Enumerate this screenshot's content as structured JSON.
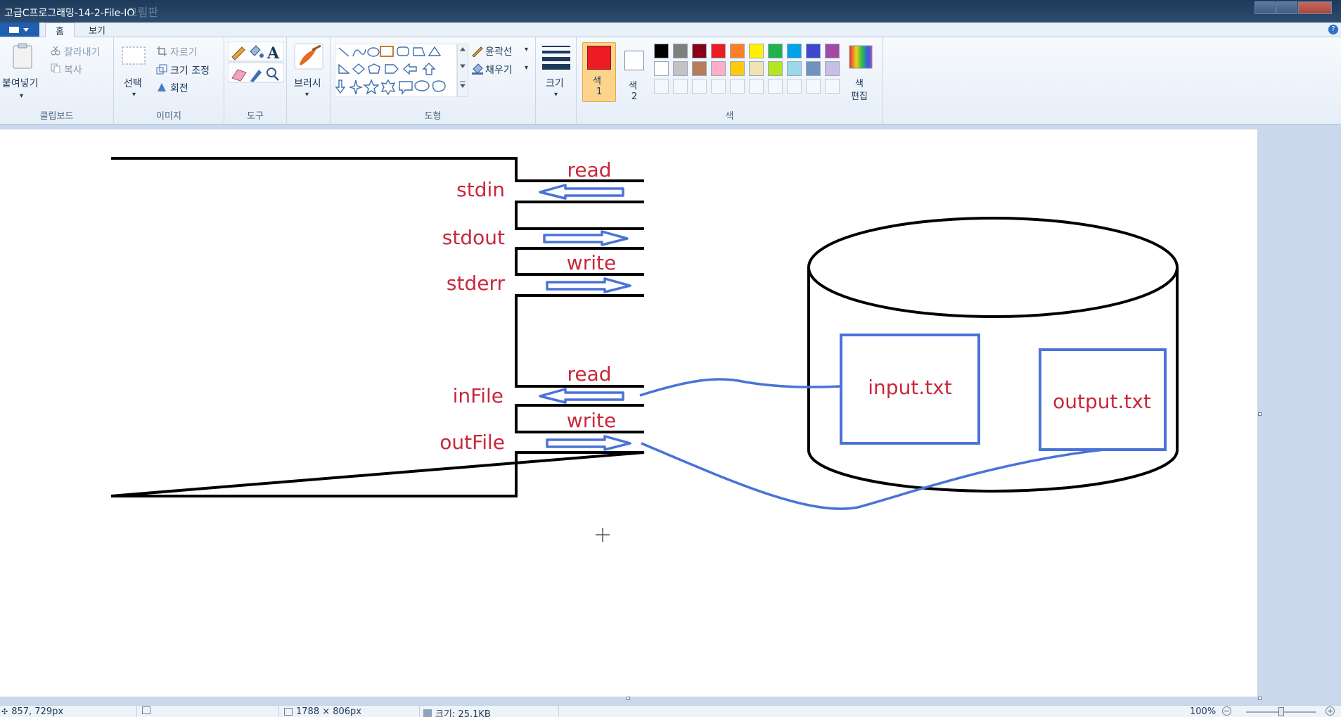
{
  "window": {
    "title": "고급C프로그래밍-14-2-File-IO",
    "ghost_title": "- 그림판"
  },
  "tabs": {
    "home": "홈",
    "view": "보기"
  },
  "ribbon": {
    "clipboard": {
      "paste": "붙여넣기",
      "cut": "잘라내기",
      "copy": "복사",
      "label": "클립보드"
    },
    "image": {
      "select": "선택",
      "crop": "자르기",
      "resize": "크기 조정",
      "rotate": "회전",
      "label": "이미지"
    },
    "tools": {
      "label": "도구"
    },
    "brushes": {
      "label": "브러시"
    },
    "shapes": {
      "outline": "윤곽선",
      "fill": "채우기",
      "label": "도형"
    },
    "size": {
      "label": "크기"
    },
    "colors": {
      "color1": "색",
      "color1_num": "1",
      "color2": "색",
      "color2_num": "2",
      "edit": "색",
      "edit2": "편집",
      "label": "색",
      "active_color": "#ed1c24",
      "row1": [
        "#000000",
        "#7f7f7f",
        "#880015",
        "#ed1c24",
        "#ff7f27",
        "#fff200",
        "#22b14c",
        "#00a2e8",
        "#3f48cc",
        "#a349a4"
      ],
      "row2": [
        "#ffffff",
        "#c3c3c3",
        "#b97a57",
        "#ffaec9",
        "#ffc90e",
        "#efe4b0",
        "#b5e61d",
        "#99d9ea",
        "#7092be",
        "#c8bfe7"
      ]
    }
  },
  "diagram": {
    "labels": {
      "read_top": "read",
      "stdin": "stdin",
      "stdout": "stdout",
      "write_top": "write",
      "stderr": "stderr",
      "read_bottom": "read",
      "infile": "inFile",
      "write_bottom": "write",
      "outfile": "outFile",
      "input_txt": "input.txt",
      "output_txt": "output.txt"
    },
    "colors": {
      "label": "#c8283c",
      "arrow": "#4a72d8",
      "stroke": "#000000"
    }
  },
  "status": {
    "cursor": "857, 729px",
    "dimensions": "1788 × 806px",
    "size": "크기: 25.1KB",
    "zoom": "100%"
  }
}
